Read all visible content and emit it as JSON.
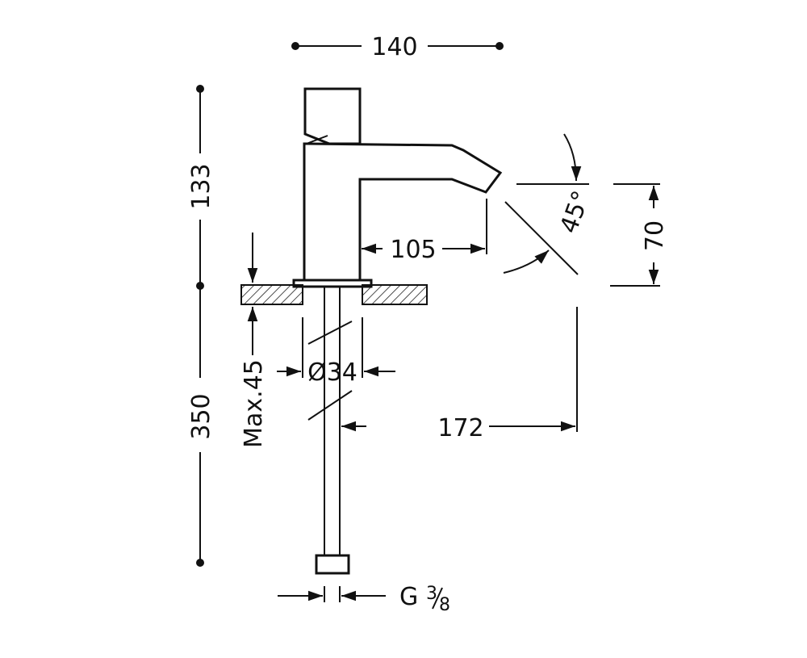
{
  "dimensions": {
    "overall_width": "140",
    "height_above_deck": "133",
    "height_below_deck": "350",
    "spout_reach": "105",
    "spout_angle": "45°",
    "spout_outlet_height": "70",
    "base_diameter": "Ø34",
    "max_deck_thickness": "Max.45",
    "total_reach": "172",
    "thread_prefix": "G",
    "thread_num": "3",
    "thread_den": "8"
  },
  "colors": {
    "line": "#111111",
    "background": "#ffffff"
  }
}
